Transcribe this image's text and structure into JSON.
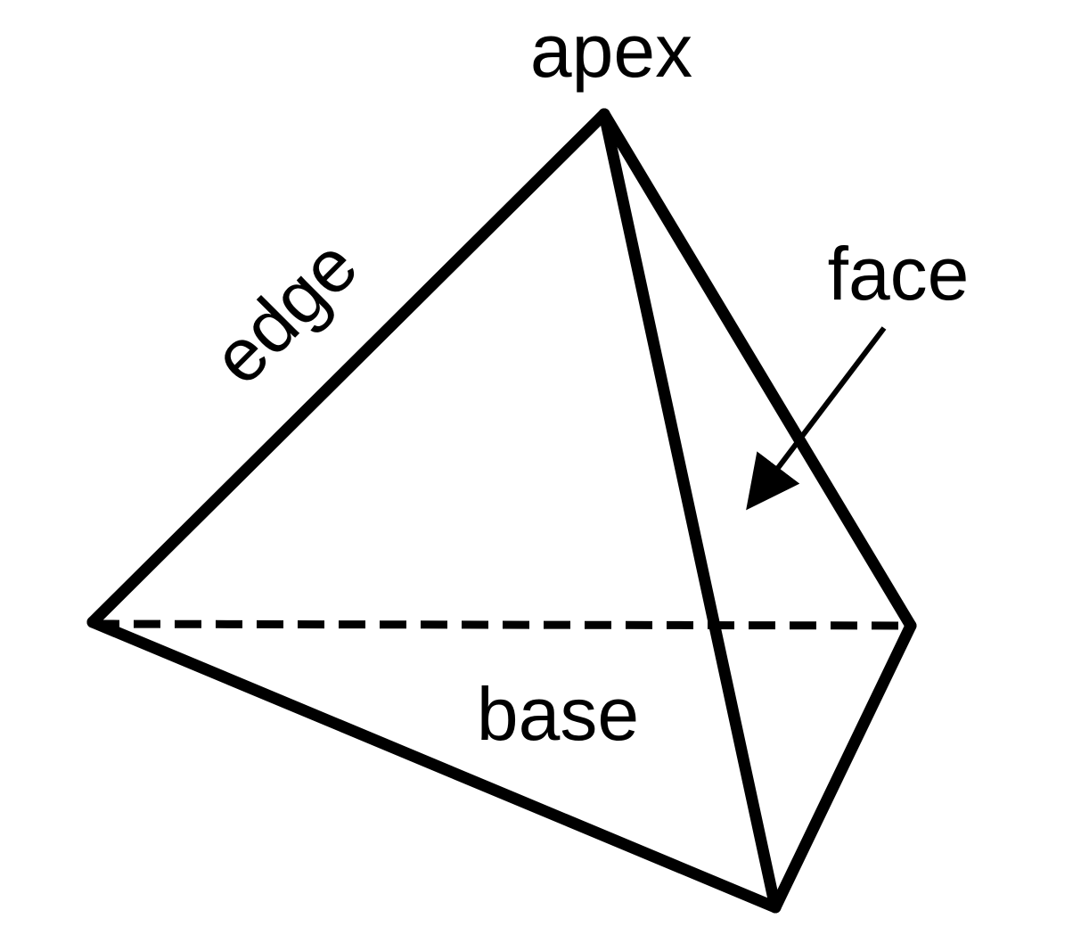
{
  "diagram": {
    "labels": {
      "apex": "apex",
      "edge": "edge",
      "face": "face",
      "base": "base"
    },
    "colors": {
      "stroke": "#000000",
      "background": "#ffffff"
    }
  }
}
